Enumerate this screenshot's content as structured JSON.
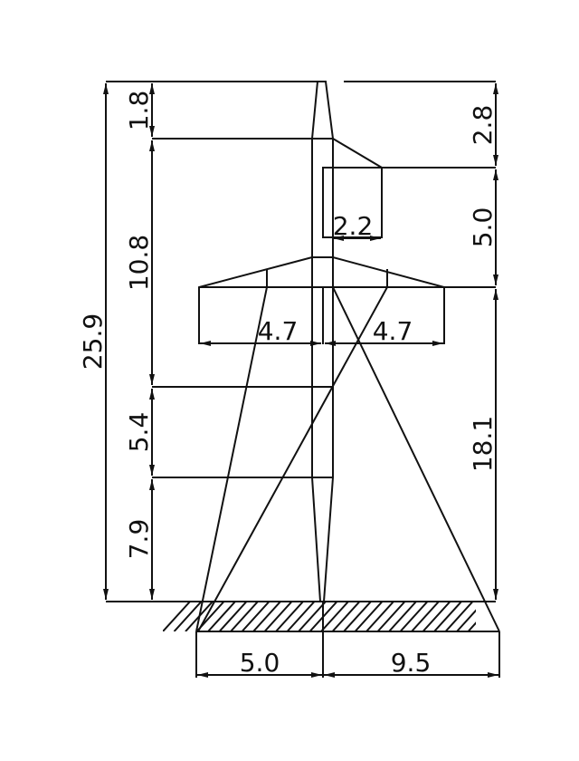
{
  "diagram": {
    "title": "Transmission tower dimensions",
    "dimensions": {
      "total_height": "25.9",
      "top_peak": "1.8",
      "upper_to_crossarm": "10.8",
      "mid_section": "5.4",
      "bottom_section": "7.9",
      "right_top": "2.8",
      "right_arm_drop": "5.0",
      "right_crossarm_height": "18.1",
      "upper_arm_width": "2.2",
      "left_crossarm": "4.7",
      "right_crossarm": "4.7",
      "base_left": "5.0",
      "base_right": "9.5"
    }
  }
}
